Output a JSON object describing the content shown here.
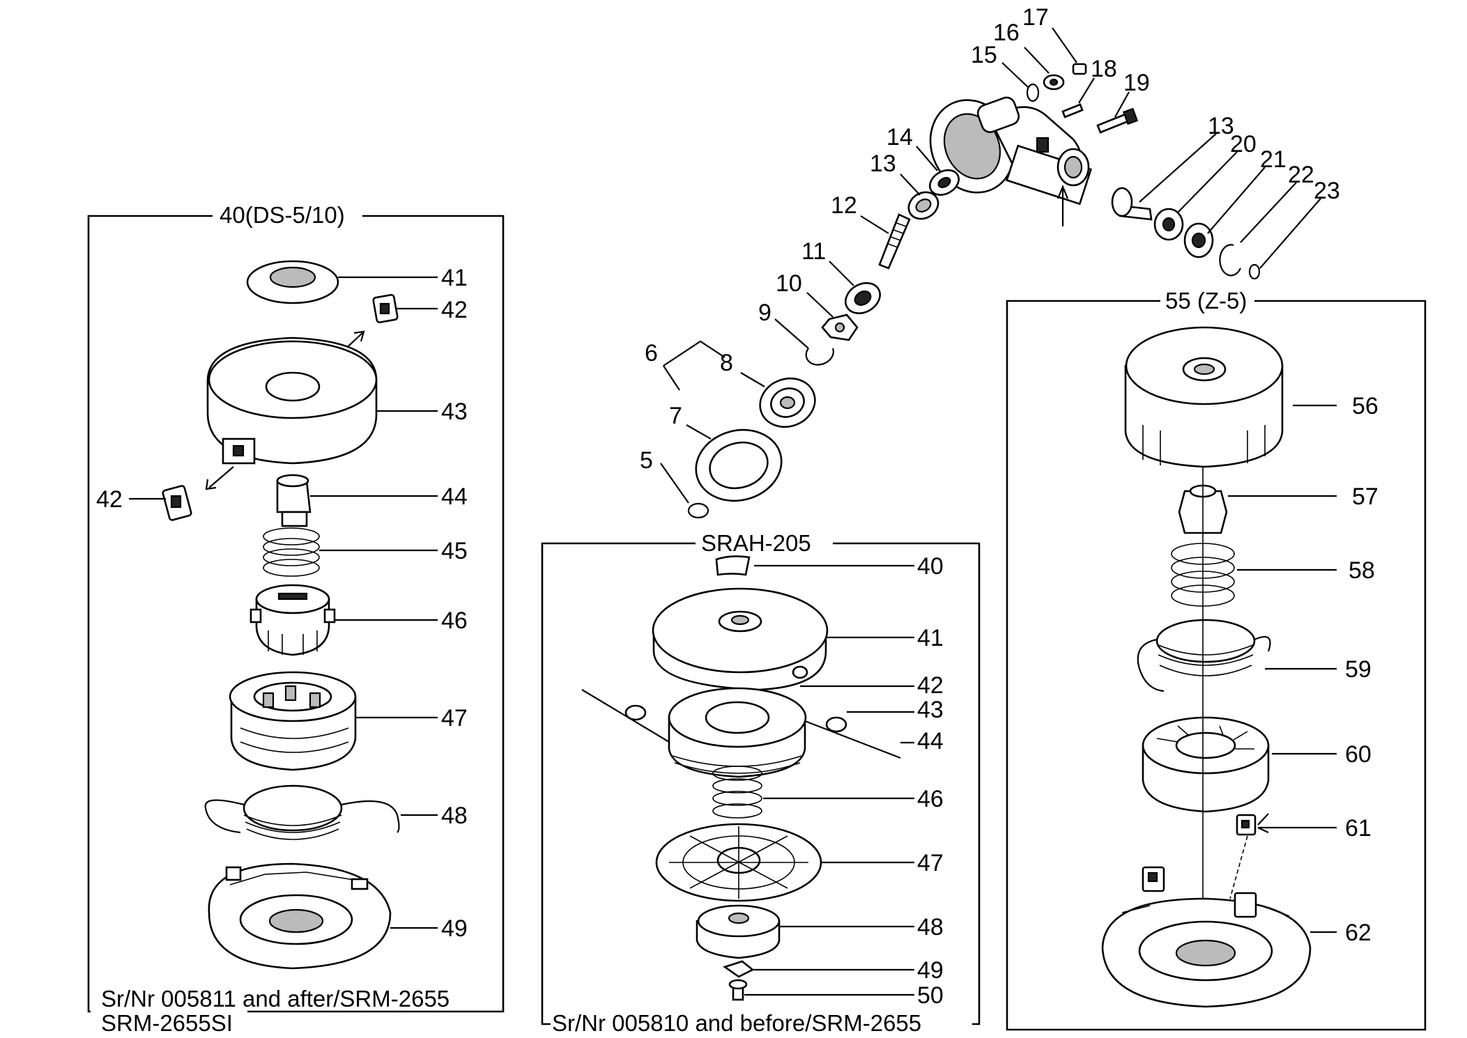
{
  "boxes": {
    "ds": {
      "title": "40(DS-5/10)",
      "footer_line1": "Sr/Nr 005811 and after/SRM-2655",
      "footer_line2": "SRM-2655SI"
    },
    "srah": {
      "title": "SRAH-205",
      "footer": "Sr/Nr 005810 and before/SRM-2655"
    },
    "z5": {
      "title": "55 (Z-5)"
    }
  },
  "gear_callouts": [
    "5",
    "6",
    "7",
    "8",
    "9",
    "10",
    "11",
    "12",
    "13",
    "14",
    "13",
    "15",
    "16",
    "17",
    "18",
    "19",
    "20",
    "21",
    "22",
    "23"
  ],
  "ds_callouts": [
    "41",
    "42",
    "43",
    "42",
    "44",
    "45",
    "46",
    "47",
    "48",
    "49"
  ],
  "srah_callouts": [
    "40",
    "41",
    "42",
    "43",
    "44",
    "46",
    "47",
    "48",
    "49",
    "50"
  ],
  "z5_callouts": [
    "56",
    "57",
    "58",
    "59",
    "60",
    "61",
    "62"
  ]
}
